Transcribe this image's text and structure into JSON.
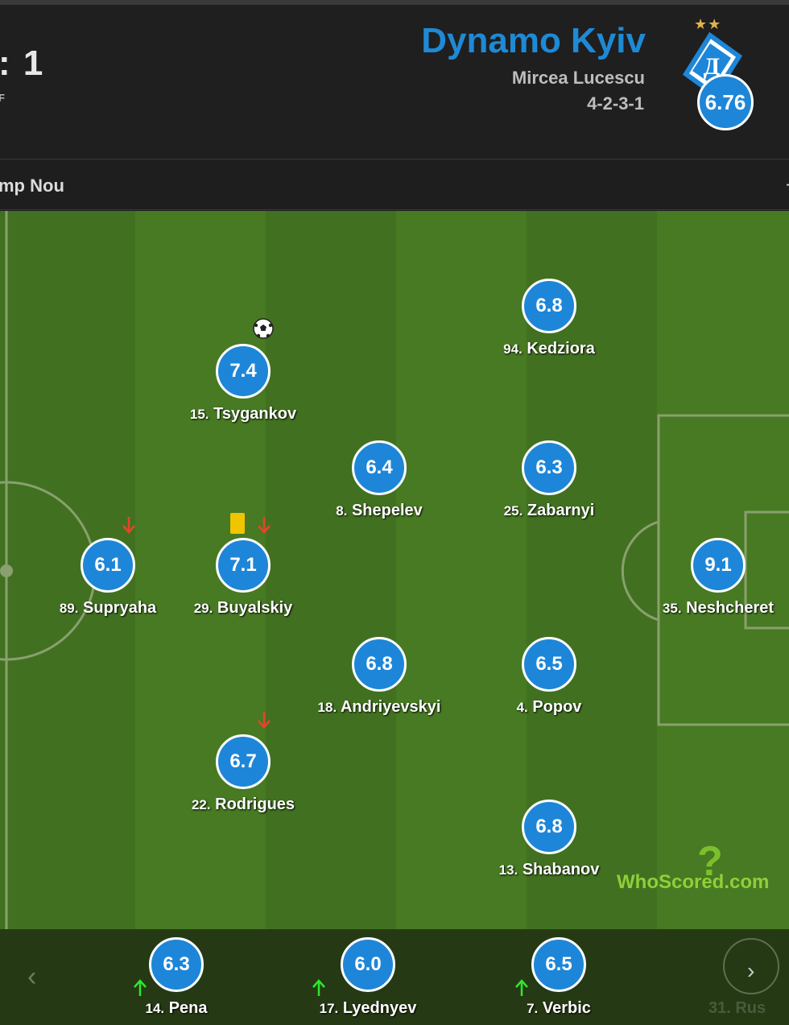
{
  "header": {
    "score": ": 1",
    "score_sub": "F",
    "team": "Dynamo Kyiv",
    "manager": "Mircea Lucescu",
    "formation": "4-2-3-1",
    "team_rating": "6.76",
    "stars": "★★",
    "crest_icon": "dynamo-crest-icon"
  },
  "venue": {
    "name": "mp Nou",
    "trailing": "-"
  },
  "colors": {
    "accent": "#1e86d8",
    "pitch_dark": "#3f6d1f",
    "pitch_light": "#477a22",
    "yellow_card": "#f0c400",
    "sub_off": "#e8442a",
    "sub_on": "#2ee82e"
  },
  "players": [
    {
      "num": "94.",
      "name": "Kedziora",
      "rating": "6.8"
    },
    {
      "num": "15.",
      "name": "Tsygankov",
      "rating": "7.4",
      "goal": true
    },
    {
      "num": "8.",
      "name": "Shepelev",
      "rating": "6.4"
    },
    {
      "num": "25.",
      "name": "Zabarnyi",
      "rating": "6.3"
    },
    {
      "num": "89.",
      "name": "Supryaha",
      "rating": "6.1",
      "subbed_off": true
    },
    {
      "num": "29.",
      "name": "Buyalskiy",
      "rating": "7.1",
      "subbed_off": true,
      "yellow_card": true
    },
    {
      "num": "35.",
      "name": "Neshcheret",
      "rating": "9.1"
    },
    {
      "num": "18.",
      "name": "Andriyevskyi",
      "rating": "6.8"
    },
    {
      "num": "4.",
      "name": "Popov",
      "rating": "6.5"
    },
    {
      "num": "22.",
      "name": "Rodrigues",
      "rating": "6.7",
      "subbed_off": true
    },
    {
      "num": "13.",
      "name": "Shabanov",
      "rating": "6.8"
    }
  ],
  "substitutes": [
    {
      "num": "14.",
      "name": "Pena",
      "rating": "6.3"
    },
    {
      "num": "17.",
      "name": "Lyednyev",
      "rating": "6.0"
    },
    {
      "num": "7.",
      "name": "Verbic",
      "rating": "6.5"
    }
  ],
  "faded_sub": "31. Rus",
  "watermark": "WhoScored.com",
  "watermark_q": "?",
  "nav": {
    "prev": "‹",
    "next": "›"
  }
}
